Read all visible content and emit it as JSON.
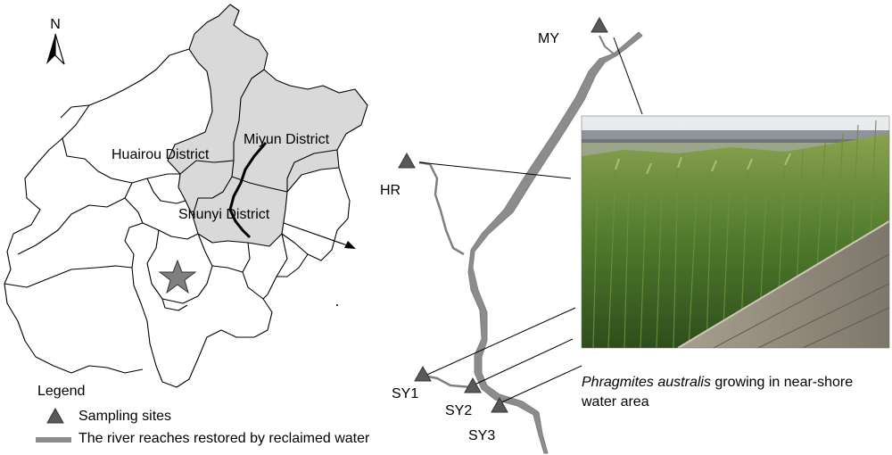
{
  "north_label": "N",
  "districts": {
    "huairou": "Huairou District",
    "miyun": "Miyun District",
    "shunyi": "Shunyi District"
  },
  "sites": [
    {
      "id": "MY",
      "label": "MY"
    },
    {
      "id": "HR",
      "label": "HR"
    },
    {
      "id": "SY1",
      "label": "SY1"
    },
    {
      "id": "SY2",
      "label": "SY2"
    },
    {
      "id": "SY3",
      "label": "SY3"
    }
  ],
  "legend": {
    "title": "Legend",
    "sampling_sites": "Sampling sites",
    "river_reaches": "The river reaches restored by reclaimed water"
  },
  "caption": {
    "species": "Phragmites australis",
    "text": " growing in near-shore water area"
  },
  "colors": {
    "highlight_fill": "#d9d9d9",
    "river": "#8c8c8c",
    "site_marker": "#595959",
    "star": "#7f7f7f"
  }
}
